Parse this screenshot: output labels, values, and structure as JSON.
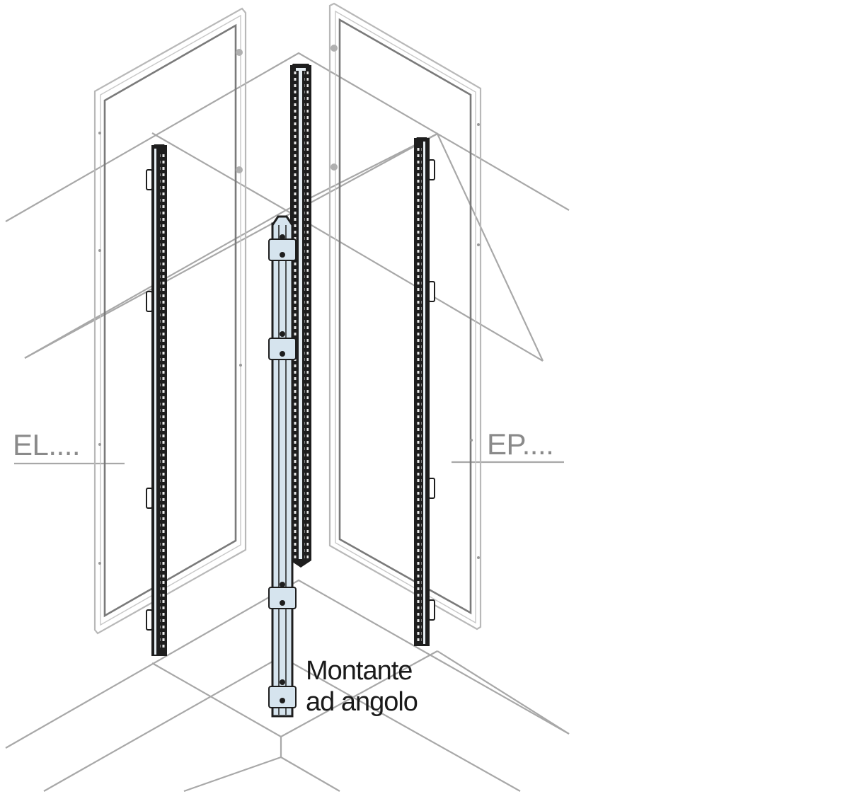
{
  "diagram": {
    "type": "exploded isometric assembly view",
    "subject": "enclosure corner post with side panels and rails",
    "colors": {
      "guide_lines": "#a8a8a8",
      "panel_frames": "#b8b8b8",
      "panel_gasket": "#7a7a7a",
      "rails": "#1e1e1e",
      "corner_post_fill": "#d6e4ee",
      "label_gray": "#8a8a8a",
      "label_dark": "#1a1a1a"
    }
  },
  "labels": {
    "left_panel": "EL....",
    "right_panel": "EP....",
    "corner_post_line1": "Montante",
    "corner_post_line2": "ad angolo"
  },
  "parts": [
    {
      "id": "left-panel",
      "label": "EL...."
    },
    {
      "id": "right-panel",
      "label": "EP...."
    },
    {
      "id": "left-rail",
      "label": ""
    },
    {
      "id": "right-rail",
      "label": ""
    },
    {
      "id": "rear-corner-rail",
      "label": ""
    },
    {
      "id": "front-corner-post",
      "label": "Montante ad angolo"
    }
  ]
}
